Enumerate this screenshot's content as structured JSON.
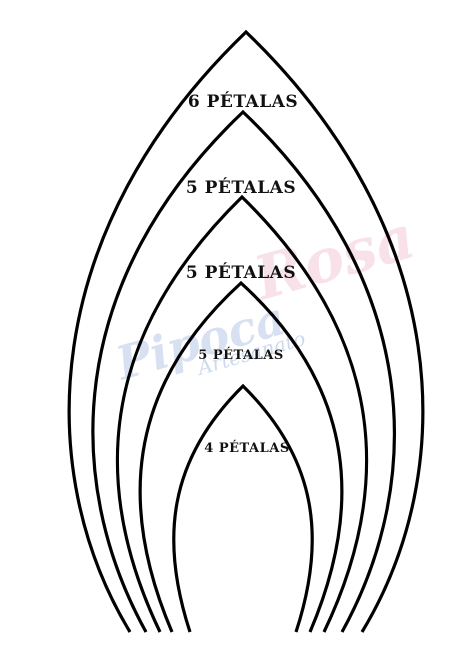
{
  "petals": [
    {
      "label": "6 PÉTALAS"
    },
    {
      "label": "5 PÉTALAS"
    },
    {
      "label": "5 PÉTALAS"
    },
    {
      "label": "5 PÉTALAS"
    },
    {
      "label": "4 PÉTALAS"
    }
  ],
  "watermark": {
    "line1": "Pipoca",
    "line2": "Rosa",
    "line3": "Artesanato",
    "colors": {
      "pink": "#f3c9d6",
      "blue": "#b9c9e8"
    }
  },
  "colors": {
    "outline": "#000000",
    "background": "#ffffff"
  }
}
